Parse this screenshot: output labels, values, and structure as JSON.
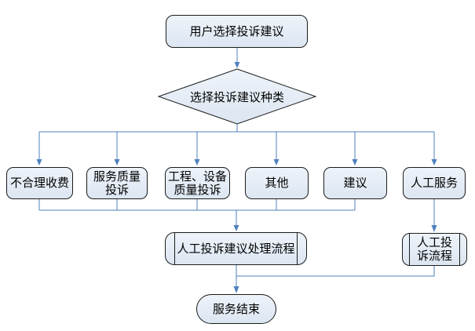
{
  "diagram": {
    "type": "flowchart",
    "background": "#ffffff",
    "node_fill": "#dce6f1",
    "node_border": "#1c1c1c",
    "connector_color": "#4f81bd",
    "nodes": {
      "start": "用户选择投诉建议",
      "decision": "选择投诉建议种类",
      "branch_unreasonable_charges": "不合理收费",
      "branch_service_quality": "服务质量\n投诉",
      "branch_equipment_quality": "工程、设备\n质量投诉",
      "branch_other": "其他",
      "branch_suggestion": "建议",
      "branch_manual_service": "人工服务",
      "process_manual_complaint_suggestion": "人工投诉建议处理流程",
      "process_manual_complaint": "人工投\n诉流程",
      "end": "服务结束"
    }
  }
}
